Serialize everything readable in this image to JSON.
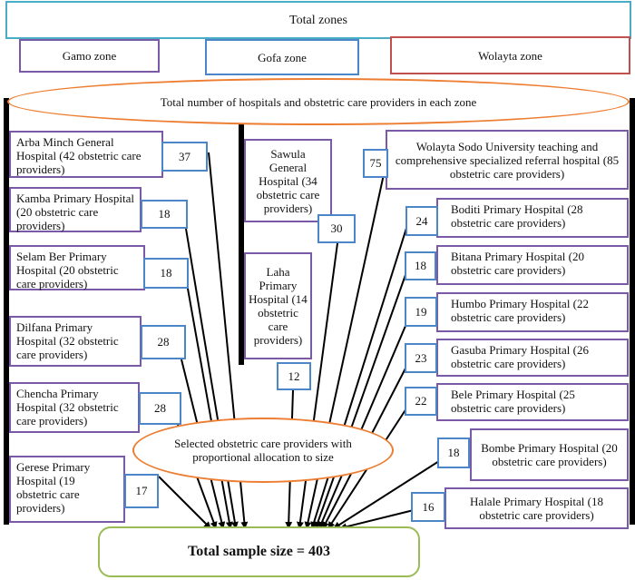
{
  "title": "Total zones",
  "zones": {
    "gamo": "Gamo zone",
    "gofa": "Gofa zone",
    "wolayta": "Wolayta zone"
  },
  "total_hospitals_label": "Total number of hospitals and obstetric care providers in each zone",
  "gamo_hospitals": [
    {
      "name": "Arba Minch General Hospital (42 obstetric care providers)",
      "sample": "37"
    },
    {
      "name": "Kamba Primary Hospital (20 obstetric care providers)",
      "sample": "18"
    },
    {
      "name": "Selam Ber Primary Hospital (20 obstetric care providers)",
      "sample": "18"
    },
    {
      "name": "Dilfana Primary Hospital (32 obstetric care providers)",
      "sample": "28"
    },
    {
      "name": "Chencha Primary Hospital (32 obstetric care providers)",
      "sample": "28"
    },
    {
      "name": "Gerese Primary Hospital (19 obstetric care providers)",
      "sample": "17"
    }
  ],
  "gofa_hospitals": [
    {
      "name": "Sawula General Hospital (34 obstetric care providers)",
      "sample": "30"
    },
    {
      "name": "Laha Primary Hospital (14 obstetric care providers)",
      "sample": "12"
    }
  ],
  "wolayta_hospitals": [
    {
      "name": "Wolayta Sodo University teaching and comprehensive specialized referral hospital (85 obstetric care providers)",
      "sample": "75"
    },
    {
      "name": "Boditi Primary Hospital (28 obstetric care providers)",
      "sample": "24"
    },
    {
      "name": "Bitana Primary Hospital (20 obstetric care providers)",
      "sample": "18"
    },
    {
      "name": "Humbo Primary Hospital (22 obstetric care providers)",
      "sample": "19"
    },
    {
      "name": "Gasuba Primary Hospital (26 obstetric care providers)",
      "sample": "23"
    },
    {
      "name": "Bele Primary Hospital (25 obstetric care providers)",
      "sample": "22"
    },
    {
      "name": "Bombe Primary Hospital (20 obstetric care providers)",
      "sample": "18"
    },
    {
      "name": "Halale Primary Hospital (18 obstetric care providers)",
      "sample": "16"
    }
  ],
  "selected_label": "Selected obstetric care providers with proportional allocation to size",
  "total_sample": "Total sample size = 403"
}
